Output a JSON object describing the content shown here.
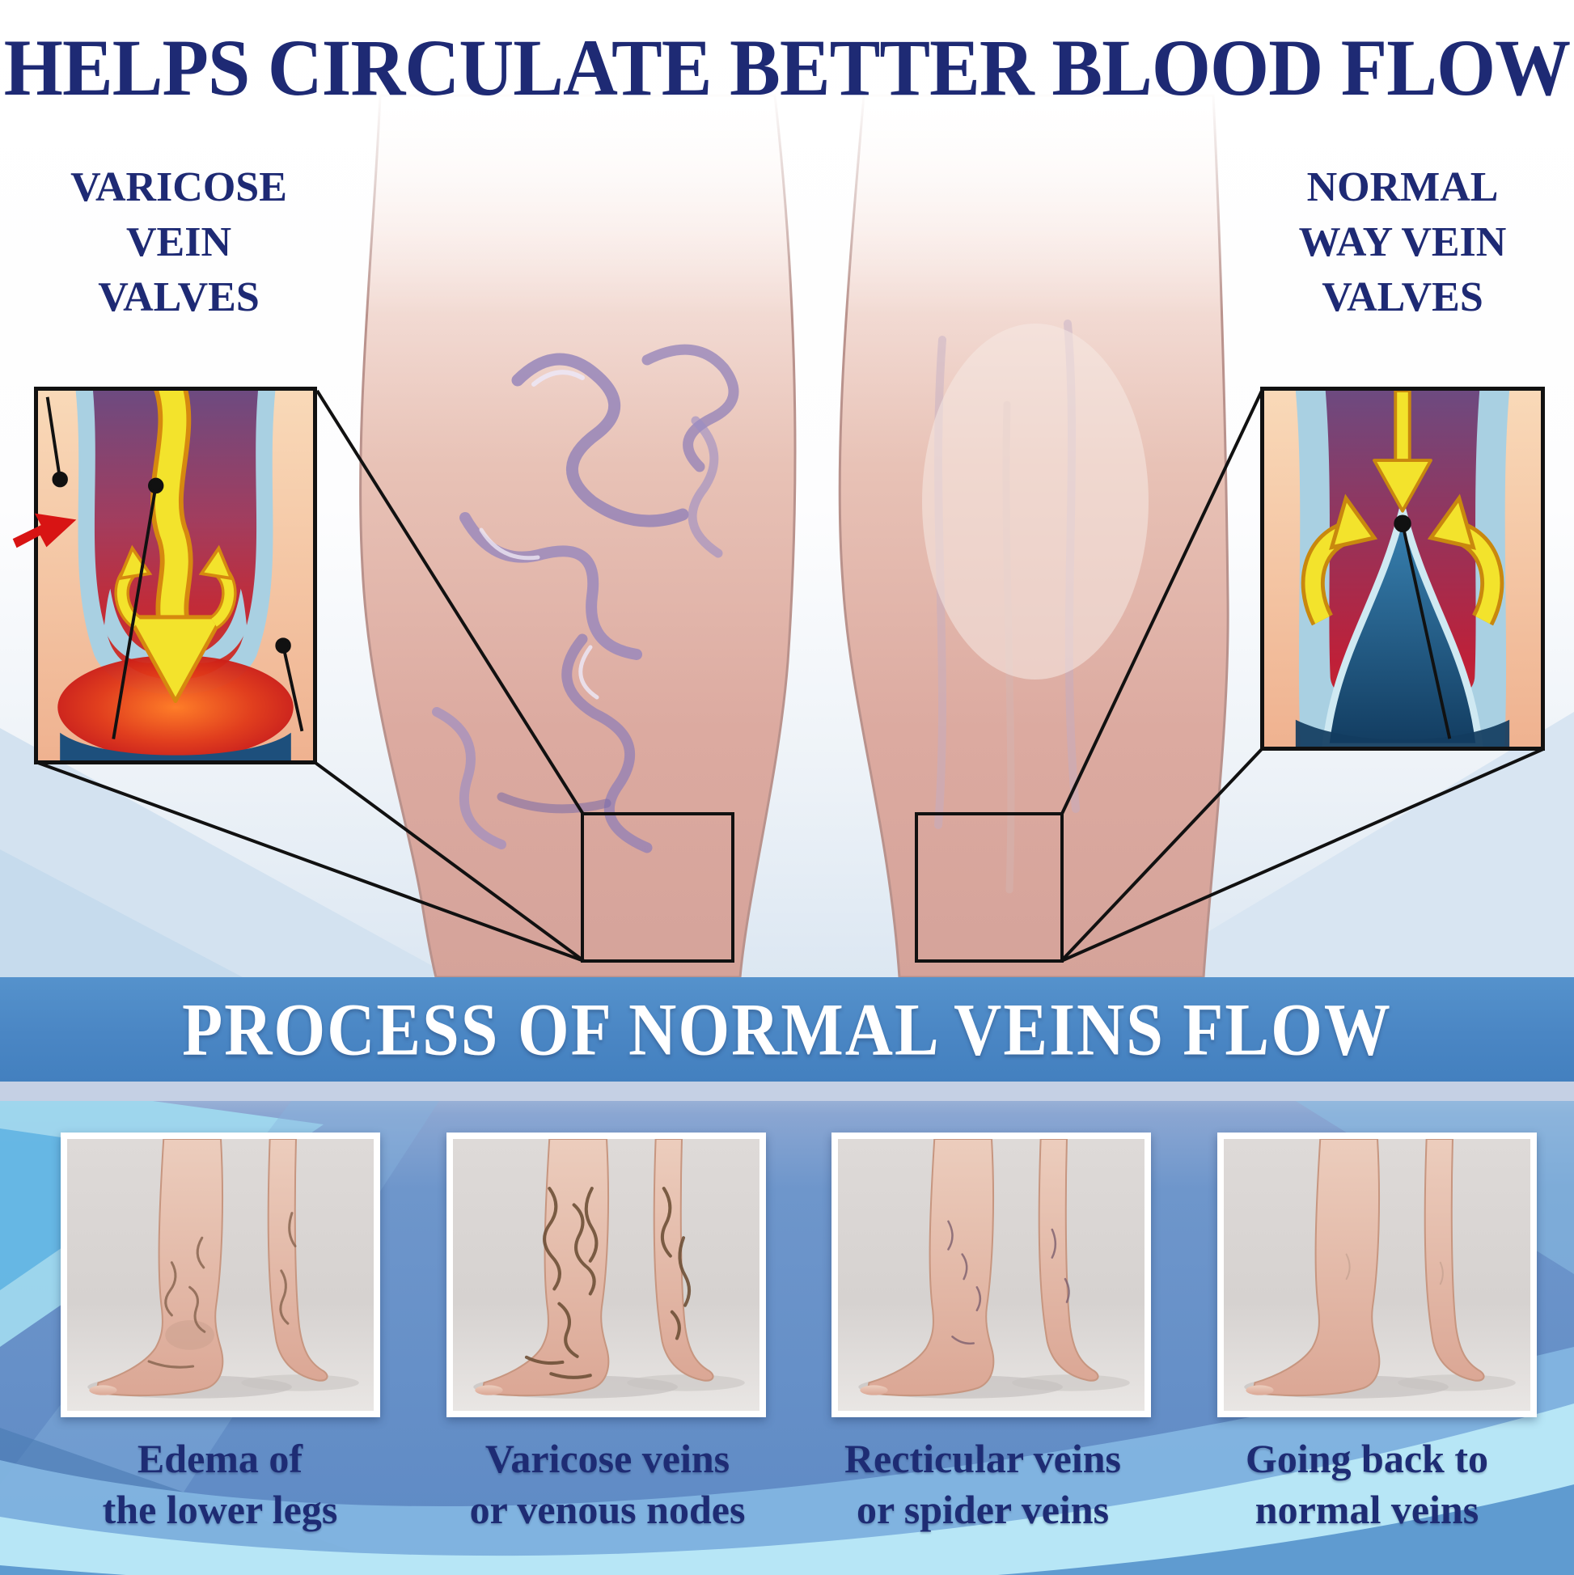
{
  "title": "HELPS CIRCULATE BETTER BLOOD FLOW",
  "left_label": {
    "line1": "VARICOSE",
    "line2": "VEIN",
    "line3": "VALVES"
  },
  "right_label": {
    "line1": "NORMAL",
    "line2": "WAY VEIN",
    "line3": "VALVES"
  },
  "legs_compare": {
    "left_leg": "leg with varicose veins (twisted bulging veins)",
    "right_leg": "normal healthy leg",
    "left_inset": "varicose vein valve diagram - failed valve, blood flows backward (large yellow down arrow), pooled blood glows red",
    "right_inset": "normal vein valve diagram - closed valve cone stops downward flow, blood recirculates (yellow up arrows)"
  },
  "banner": {
    "title": "PROCESS OF NORMAL VEINS FLOW"
  },
  "process": {
    "items": [
      {
        "caption1": "Edema of",
        "caption2": "the lower legs",
        "photo": "edema-legs-photo"
      },
      {
        "caption1": "Varicose veins",
        "caption2": "or venous nodes",
        "photo": "varicose-veins-photo"
      },
      {
        "caption1": "Recticular veins",
        "caption2": "or spider veins",
        "photo": "reticular-veins-photo"
      },
      {
        "caption1": "Going back to",
        "caption2": "normal veins",
        "photo": "normal-veins-photo"
      }
    ]
  },
  "icons": {
    "backflow_arrow": "yellow-down-arrow",
    "reflux_arrows": "yellow-curved-up-arrows",
    "wall_pointer": "red-arrow",
    "zoom_link": "black-connector-lines-and-square"
  },
  "colors": {
    "title_navy": "#1e2a74",
    "caption_navy": "#1e2c74",
    "banner_blue": "#4a86c4",
    "banner_text": "#ffffff",
    "bottom_background_blue": "#6691ca",
    "swoosh_cyan": "#b7e6f6",
    "vein_wall_blue": "#a9d0e2",
    "lumen_red": "#c22b38",
    "valve_blue": "#123c60",
    "arrow_yellow": "#f3e32c",
    "pointer_red": "#d81414"
  }
}
